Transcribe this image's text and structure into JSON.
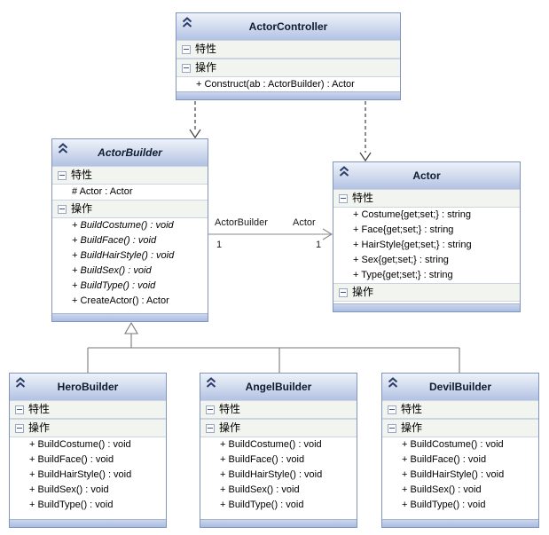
{
  "colors": {
    "box_border": "#8094bc",
    "header_gradient_top": "#eef2fa",
    "header_gradient_bottom": "#b3c2e4",
    "section_row_bg": "#f2f5ef",
    "dependency_line": "#3f3f3f",
    "association_line": "#8a8a8a",
    "inheritance_line": "#7a7a7a"
  },
  "icons": {
    "class_collapse": "double-chevron-up",
    "section_collapse": "minus-box"
  },
  "classes": [
    {
      "title": "ActorController",
      "abstract": false,
      "sections": [
        {
          "label": "特性",
          "members": []
        },
        {
          "label": "操作",
          "members": [
            {
              "text": "+ Construct(ab : ActorBuilder) : Actor",
              "italic": false
            }
          ]
        }
      ]
    },
    {
      "title": "ActorBuilder",
      "abstract": true,
      "sections": [
        {
          "label": "特性",
          "members": [
            {
              "text": "# Actor : Actor",
              "italic": false
            }
          ]
        },
        {
          "label": "操作",
          "members": [
            {
              "text": "+ BuildCostume() : void",
              "italic": true
            },
            {
              "text": "+ BuildFace() : void",
              "italic": true
            },
            {
              "text": "+ BuildHairStyle() : void",
              "italic": true
            },
            {
              "text": "+ BuildSex() : void",
              "italic": true
            },
            {
              "text": "+ BuildType() : void",
              "italic": true
            },
            {
              "text": "+ CreateActor() : Actor",
              "italic": false
            }
          ]
        }
      ]
    },
    {
      "title": "Actor",
      "abstract": false,
      "sections": [
        {
          "label": "特性",
          "members": [
            {
              "text": "+ Costume{get;set;} : string",
              "italic": false
            },
            {
              "text": "+ Face{get;set;} : string",
              "italic": false
            },
            {
              "text": "+ HairStyle{get;set;} : string",
              "italic": false
            },
            {
              "text": "+ Sex{get;set;} : string",
              "italic": false
            },
            {
              "text": "+ Type{get;set;} : string",
              "italic": false
            }
          ]
        },
        {
          "label": "操作",
          "members": []
        }
      ]
    },
    {
      "title": "HeroBuilder",
      "abstract": false,
      "sections": [
        {
          "label": "特性",
          "members": []
        },
        {
          "label": "操作",
          "members": [
            {
              "text": "+ BuildCostume() : void",
              "italic": false
            },
            {
              "text": "+ BuildFace() : void",
              "italic": false
            },
            {
              "text": "+ BuildHairStyle() : void",
              "italic": false
            },
            {
              "text": "+ BuildSex() : void",
              "italic": false
            },
            {
              "text": "+ BuildType() : void",
              "italic": false
            }
          ]
        }
      ]
    },
    {
      "title": "AngelBuilder",
      "abstract": false,
      "sections": [
        {
          "label": "特性",
          "members": []
        },
        {
          "label": "操作",
          "members": [
            {
              "text": "+ BuildCostume() : void",
              "italic": false
            },
            {
              "text": "+ BuildFace() : void",
              "italic": false
            },
            {
              "text": "+ BuildHairStyle() : void",
              "italic": false
            },
            {
              "text": "+ BuildSex() : void",
              "italic": false
            },
            {
              "text": "+ BuildType() : void",
              "italic": false
            }
          ]
        }
      ]
    },
    {
      "title": "DevilBuilder",
      "abstract": false,
      "sections": [
        {
          "label": "特性",
          "members": []
        },
        {
          "label": "操作",
          "members": [
            {
              "text": "+ BuildCostume() : void",
              "italic": false
            },
            {
              "text": "+ BuildFace() : void",
              "italic": false
            },
            {
              "text": "+ BuildHairStyle() : void",
              "italic": false
            },
            {
              "text": "+ BuildSex() : void",
              "italic": false
            },
            {
              "text": "+ BuildType() : void",
              "italic": false
            }
          ]
        }
      ]
    }
  ],
  "association": {
    "source_role": "ActorBuilder",
    "source_multiplicity": "1",
    "target_role": "Actor",
    "target_multiplicity": "1"
  },
  "relationships": [
    {
      "type": "dependency",
      "from": "ActorController",
      "to": "ActorBuilder"
    },
    {
      "type": "dependency",
      "from": "ActorController",
      "to": "Actor"
    },
    {
      "type": "association",
      "from": "ActorBuilder",
      "to": "Actor"
    },
    {
      "type": "inheritance",
      "from": "HeroBuilder",
      "to": "ActorBuilder"
    },
    {
      "type": "inheritance",
      "from": "AngelBuilder",
      "to": "ActorBuilder"
    },
    {
      "type": "inheritance",
      "from": "DevilBuilder",
      "to": "ActorBuilder"
    }
  ]
}
